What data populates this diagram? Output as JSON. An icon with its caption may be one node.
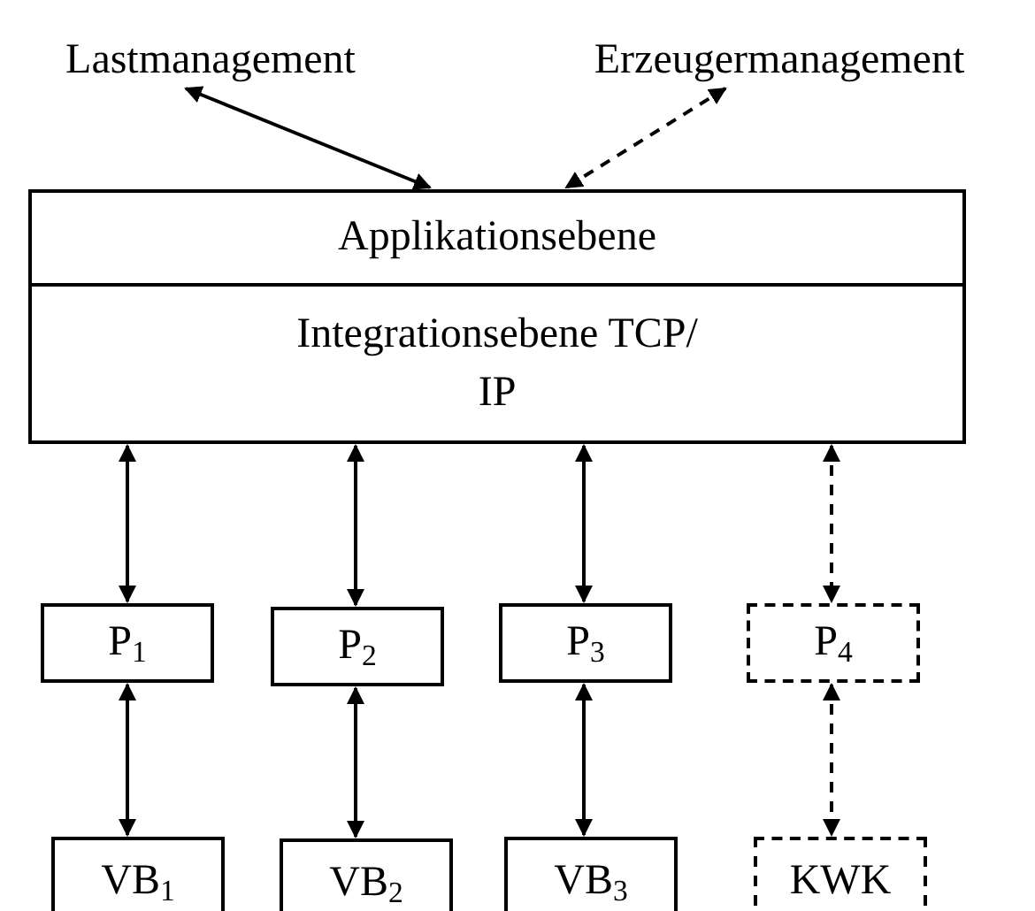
{
  "diagram": {
    "nodes": [
      {
        "text": [
          "Lastmanagement"
        ]
      },
      {
        "text": [
          "Erzeugermanagement"
        ]
      },
      {
        "text": [
          "Applikationsebene"
        ]
      },
      {
        "text": [
          "Integrationsebene TCP/ IP"
        ]
      },
      {
        "text": [
          "P$_{1}$"
        ]
      },
      {
        "text": [
          "P$_{2}$"
        ]
      },
      {
        "text": [
          "P$_{3}$"
        ]
      },
      {
        "text": [
          "P$_{4}$"
        ]
      },
      {
        "text": [
          "VB$_{1}$"
        ]
      },
      {
        "text": [
          "VB$_{2}$"
        ]
      },
      {
        "text": [
          "VB$_{3}$"
        ]
      },
      {
        "text": [
          "KWK"
        ]
      }
    ],
    "edges": [
      {
        "from": 0,
        "to": 2,
        "arrow": "both"
      },
      {
        "from": 1,
        "to": 2,
        "arrow": "both",
        "style": "dashed"
      },
      {
        "from": 3,
        "to": 4,
        "arrow": "both"
      },
      {
        "from": 3,
        "to": 5,
        "arrow": "both"
      },
      {
        "from": 3,
        "to": 6,
        "arrow": "both"
      },
      {
        "from": 3,
        "to": 7,
        "arrow": "both",
        "style": "dashed"
      },
      {
        "from": 4,
        "to": 8,
        "arrow": "both"
      },
      {
        "from": 5,
        "to": 9,
        "arrow": "both"
      },
      {
        "from": 6,
        "to": 10,
        "arrow": "both"
      },
      {
        "from": 7,
        "to": 11,
        "arrow": "both",
        "style": "dashed"
      }
    ]
  }
}
